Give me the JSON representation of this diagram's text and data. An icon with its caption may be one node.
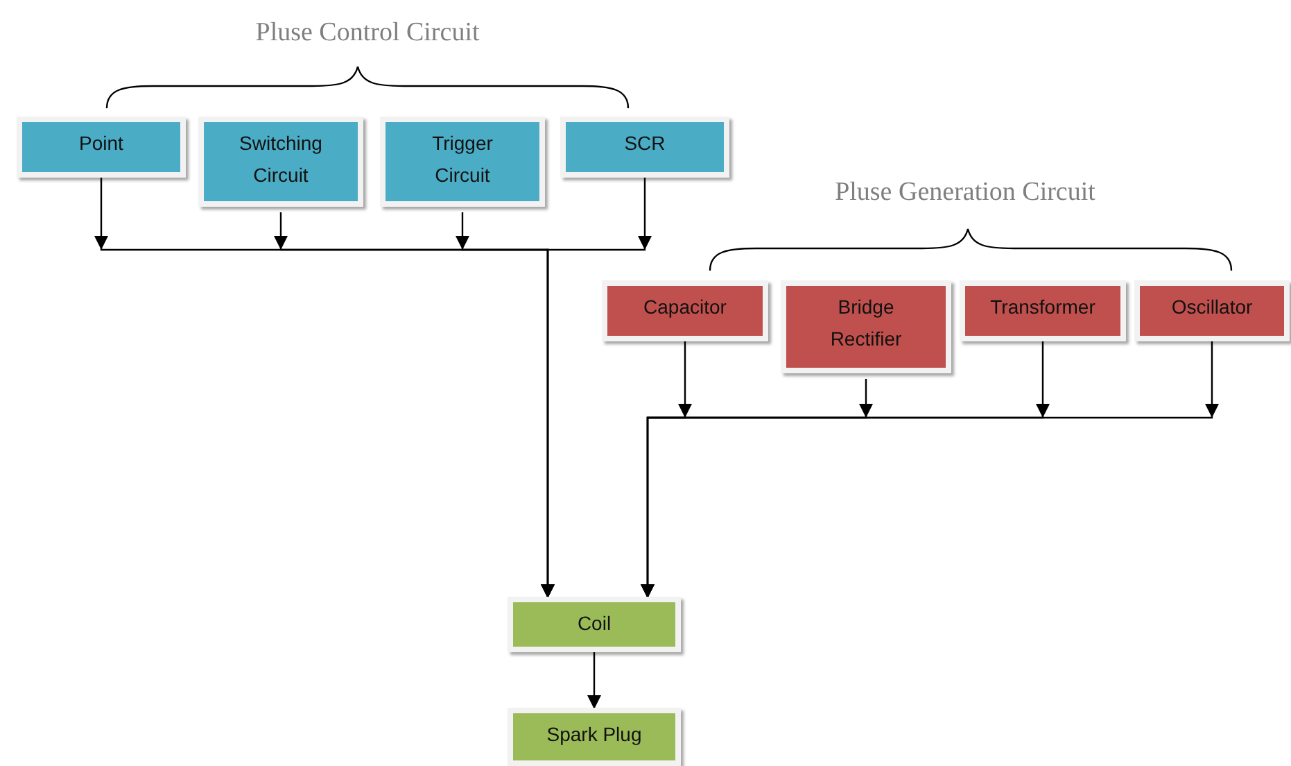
{
  "diagram": {
    "nodes": [
      {
        "text": [
          "Point"
        ]
      },
      {
        "text": [
          "Switching Circuit"
        ]
      },
      {
        "text": [
          "Trigger Circuit"
        ]
      },
      {
        "text": [
          "SCR"
        ]
      },
      {
        "text": [
          "Capacitor"
        ]
      },
      {
        "text": [
          "Bridge Rectifier"
        ]
      },
      {
        "text": [
          "Transformer"
        ]
      },
      {
        "text": [
          "Oscillator"
        ]
      },
      {
        "text": [
          "Coil"
        ]
      },
      {
        "text": [
          "Spark Plug"
        ]
      }
    ],
    "edges": [
      {
        "from": 0,
        "to": 8,
        "arrow": "to"
      },
      {
        "from": 1,
        "to": 8,
        "arrow": "to"
      },
      {
        "from": 2,
        "to": 8,
        "arrow": "to"
      },
      {
        "from": 3,
        "to": 8,
        "arrow": "to"
      },
      {
        "from": 4,
        "to": 8,
        "arrow": "to"
      },
      {
        "from": 5,
        "to": 8,
        "arrow": "to"
      },
      {
        "from": 6,
        "to": 8,
        "arrow": "to"
      },
      {
        "from": 7,
        "to": 8,
        "arrow": "to"
      },
      {
        "from": 8,
        "to": 9,
        "arrow": "to"
      }
    ],
    "labels": [
      "Pluse Control Circuit",
      "Pluse Generation Circuit"
    ]
  }
}
